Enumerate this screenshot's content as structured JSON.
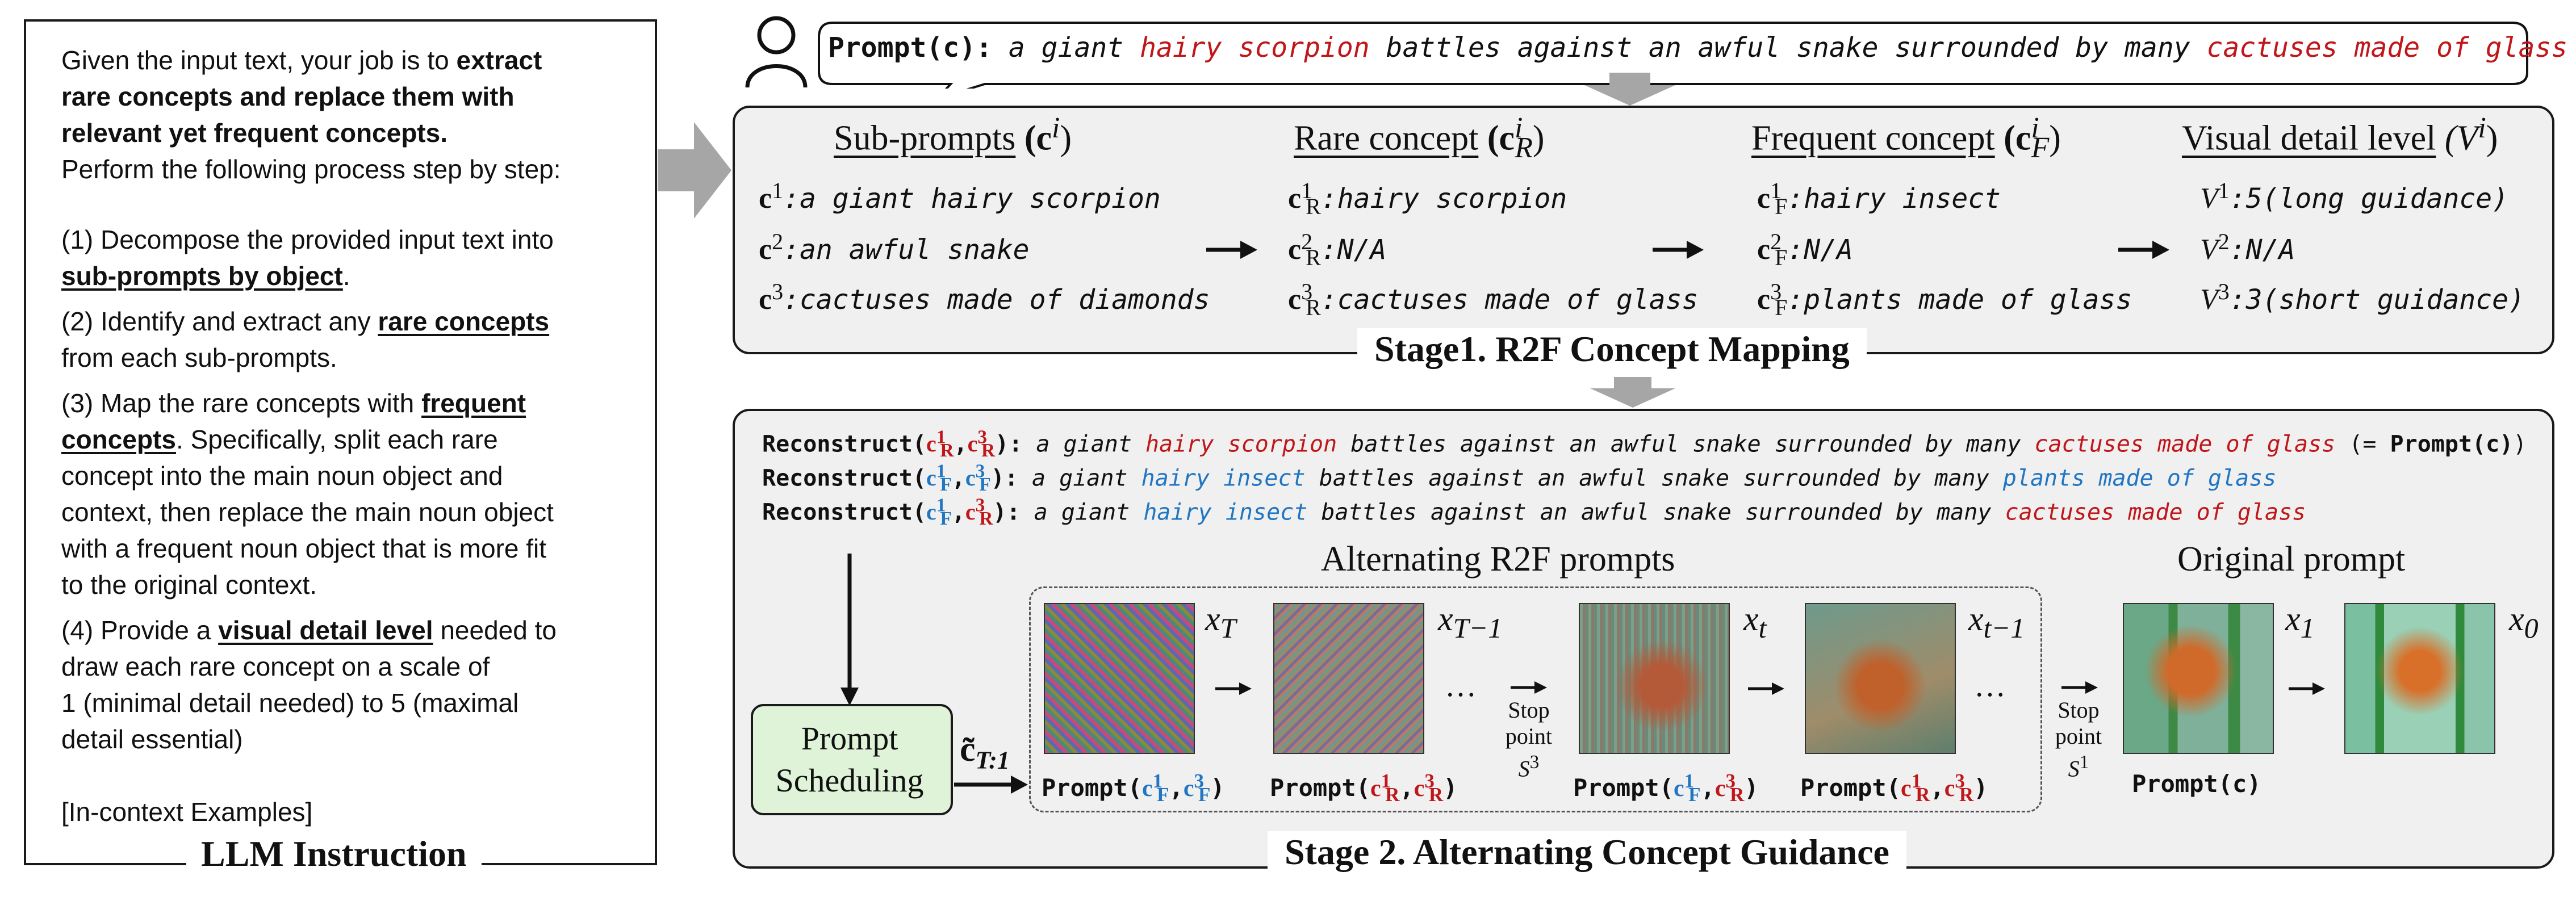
{
  "llm": {
    "intro_plain": "Given the input text, your job is to ",
    "intro_bold_1": "extract",
    "intro_bold_2": "rare concepts and replace them with",
    "intro_bold_3": "relevant yet frequent concepts.",
    "intro_line4": "Perform the following process step by step:",
    "step1_a": "(1) Decompose the provided input text into",
    "step1_u": "sub-prompts by object",
    "step1_end": ".",
    "step2_a": "(2) Identify and extract any ",
    "step2_u": "rare concepts",
    "step2_b": "from each sub-prompts.",
    "step3_a": "(3) Map the rare concepts with ",
    "step3_u1": "frequent",
    "step3_u2": "concepts",
    "step3_b": ". Specifically, split each rare",
    "step3_c": "concept into the main noun object and",
    "step3_d": "context, then replace the main noun object",
    "step3_e": "with a frequent noun object that is more fit",
    "step3_f": "to the original context.",
    "step4_a": "(4) Provide a ",
    "step4_u": "visual detail level",
    "step4_b": " needed to",
    "step4_c": "draw each rare concept on a scale of",
    "step4_d": "1 (minimal detail needed) to 5 (maximal",
    "step4_e": "detail essential)",
    "examples": "[In-context Examples]",
    "title": "LLM Instruction"
  },
  "prompt": {
    "label": "Prompt(c):",
    "p1": " a giant ",
    "r1": "hairy scorpion",
    "p2": " battles against an awful snake surrounded by many ",
    "r2": "cactuses made of glass"
  },
  "stage1": {
    "title": "Stage1.  R2F Concept Mapping",
    "col1": {
      "head": "Sub-prompts",
      "sym": "(c",
      "sup": "i",
      "close": ")"
    },
    "col2": {
      "head": "Rare concept",
      "sym": "(c",
      "sub": "R",
      "sup": "i",
      "close": ")"
    },
    "col3": {
      "head": "Frequent concept",
      "sym": "(c",
      "sub": "F",
      "sup": "i",
      "close": ")"
    },
    "col4": {
      "head": "Visual detail level",
      "sym": "(V",
      "sup": "i",
      "close": ")"
    },
    "sub_prompts": [
      "a giant hairy scorpion",
      "an awful snake",
      "cactuses made of diamonds"
    ],
    "rare": [
      "hairy scorpion",
      "N/A",
      "cactuses made of glass"
    ],
    "frequent": [
      "hairy insect",
      "N/A",
      "plants made of glass"
    ],
    "levels": [
      "5(long guidance)",
      "N/A",
      "3(short guidance)"
    ]
  },
  "stage2": {
    "title": "Stage 2.  Alternating Concept Guidance",
    "recon_fn": "Reconstruct",
    "recon1": {
      "a": " a giant ",
      "b": "hairy scorpion",
      "c": " battles against an awful snake surrounded by many ",
      "d": "cactuses made of glass",
      "e": " (= ",
      "f": "Prompt(c)",
      "g": ")"
    },
    "recon2": {
      "a": " a giant ",
      "b": "hairy insect",
      "c": " battles against an awful snake surrounded by many ",
      "d": "plants made of glass"
    },
    "recon3": {
      "a": " a giant ",
      "b": "hairy insect",
      "c": " battles against an awful snake surrounded by many ",
      "d": "cactuses made of glass"
    },
    "alt_title": "Alternating R2F prompts",
    "orig_title": "Original prompt",
    "scheduling": [
      "Prompt",
      "Scheduling"
    ],
    "ct": "c̃",
    "ct_sub": "T:1",
    "x_labels": [
      "x",
      "x",
      "x",
      "x",
      "x",
      "x"
    ],
    "x_subs": [
      "T",
      "T−1",
      "t",
      "t−1",
      "1",
      "0"
    ],
    "captions": [
      "Prompt(",
      "Prompt(",
      "Prompt(",
      "Prompt(",
      "Prompt(c)"
    ],
    "dots": "…",
    "stop1": [
      "Stop",
      "point",
      "S"
    ],
    "stop1_sup": "3",
    "stop2": [
      "Stop",
      "point",
      "S"
    ],
    "stop2_sup": "1"
  }
}
